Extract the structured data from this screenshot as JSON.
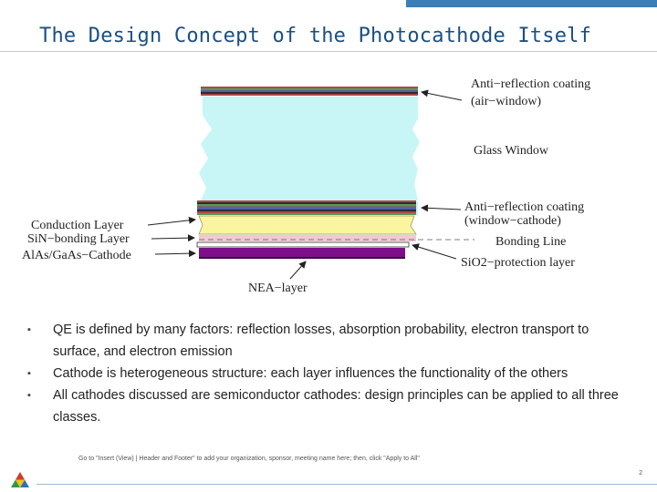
{
  "slide": {
    "title": "The Design Concept of the Photocathode Itself",
    "page_number": "2",
    "footer_note": "Go to \"Insert (View) | Header and Footer\" to add your organization, sponsor, meeting name here; then, click \"Apply to All\"",
    "accent_color": "#3c7fb8",
    "title_color": "#1a4f86"
  },
  "diagram": {
    "labels": {
      "arc_air_1": "Anti−reflection coating",
      "arc_air_2": "(air−window)",
      "glass_window": "Glass Window",
      "arc_cathode_1": "Anti−reflection coating",
      "arc_cathode_2": "(window−cathode)",
      "conduction_layer": "Conduction Layer",
      "sin_bonding": "SiN−bonding Layer",
      "alas_gaas": "AlAs/GaAs−Cathode",
      "bonding_line": "Bonding Line",
      "sio2": "SiO2−protection layer",
      "nea": "NEA−layer"
    },
    "colors": {
      "glass": "#c8f6f7",
      "conduction": "#fbf4a0",
      "sin": "#f2c9d3",
      "cathode": "#7e0f8a",
      "arc_stripes": [
        "#b04848",
        "#5a9a50",
        "#4e5fae",
        "#2c2c2c",
        "#6a6a6a"
      ]
    }
  },
  "bullets": [
    "QE is defined by many factors: reflection losses, absorption probability, electron transport to surface, and electron emission",
    "Cathode is heterogeneous structure: each layer influences the functionality of the others",
    "All cathodes discussed are semiconductor cathodes: design principles can be applied to all three classes."
  ]
}
